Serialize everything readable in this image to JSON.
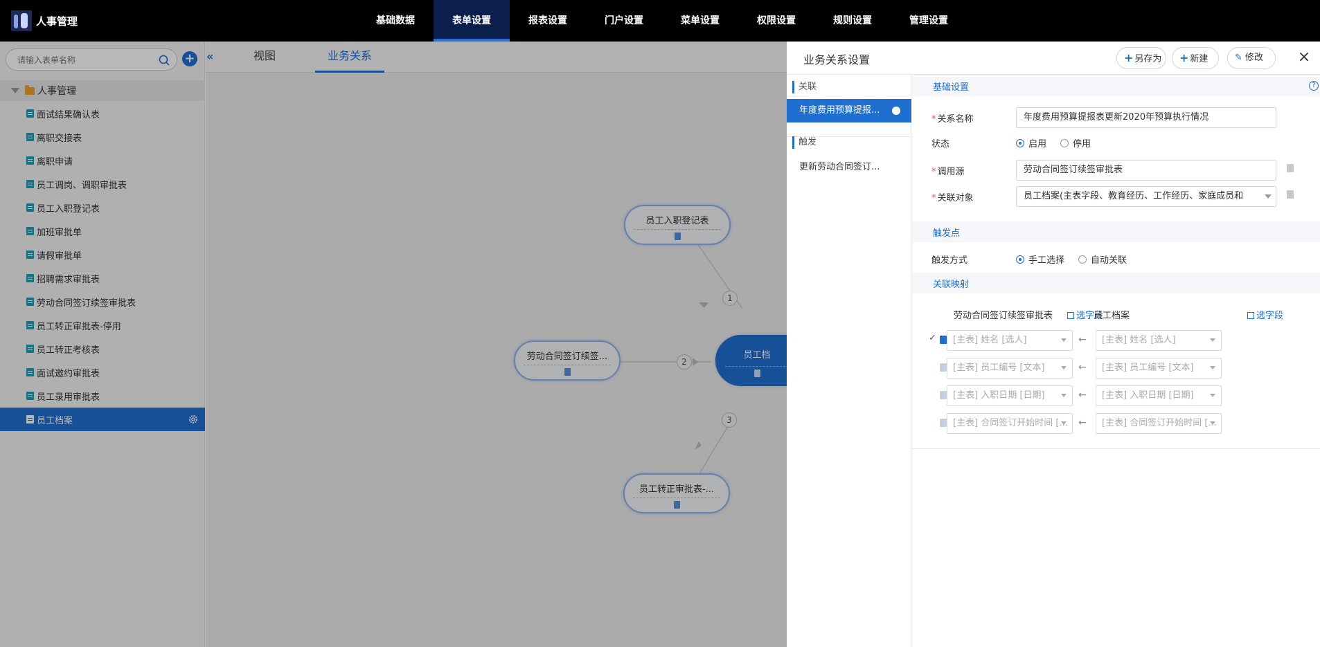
{
  "app": {
    "title": "人事管理"
  },
  "nav": [
    "基础数据",
    "表单设置",
    "报表设置",
    "门户设置",
    "菜单设置",
    "权限设置",
    "规则设置",
    "管理设置"
  ],
  "nav_active": "表单设置",
  "sidebar": {
    "search_placeholder": "请输入表单名称",
    "root": "人事管理",
    "items": [
      "面试结果确认表",
      "离职交接表",
      "离职申请",
      "员工调岗、调职审批表",
      "员工入职登记表",
      "加班审批单",
      "请假审批单",
      "招聘需求审批表",
      "劳动合同签订续签审批表",
      "员工转正审批表-停用",
      "员工转正考核表",
      "面试邀约审批表",
      "员工录用审批表",
      "员工档案"
    ],
    "active_item": "员工档案"
  },
  "center": {
    "tabs": [
      "视图",
      "业务关系"
    ],
    "active_tab": "业务关系",
    "nodes": {
      "top": "员工入职登记表",
      "left": "劳动合同签订续签...",
      "main": "员工档",
      "bottom": "员工转正审批表-..."
    },
    "badges": [
      "1",
      "2",
      "3"
    ]
  },
  "panel": {
    "title": "业务关系设置",
    "buttons": {
      "save_as": "另存为",
      "new": "新建",
      "edit": "修改"
    },
    "left": {
      "rel_label": "关联",
      "rel_item": "年度费用预算提报...",
      "trigger_label": "触发",
      "trigger_item": "更新劳动合同签订..."
    },
    "basic": {
      "section": "基础设置",
      "name_label": "关系名称",
      "name_value": "年度费用预算提报表更新2020年预算执行情况",
      "status_label": "状态",
      "status_on": "启用",
      "status_off": "停用",
      "source_label": "调用源",
      "source_value": "劳动合同签订续签审批表",
      "target_label": "关联对象",
      "target_value": "员工档案(主表字段、教育经历、工作经历、家庭成员和"
    },
    "trigger": {
      "section": "触发点",
      "mode_label": "触发方式",
      "manual": "手工选择",
      "auto": "自动关联"
    },
    "mapping": {
      "section": "关联映射",
      "left_head": "劳动合同签订续签审批表",
      "right_head": "员工档案",
      "pick": "选字段",
      "rows": [
        {
          "left": "[主表] 姓名 [选人]",
          "right": "[主表] 姓名 [选人]",
          "checked": true
        },
        {
          "left": "[主表] 员工编号 [文本]",
          "right": "[主表] 员工编号 [文本]",
          "checked": false
        },
        {
          "left": "[主表] 入职日期 [日期]",
          "right": "[主表] 入职日期 [日期]",
          "checked": false
        },
        {
          "left": "[主表] 合同签订开始时间 [...",
          "right": "[主表] 合同签订开始时间 [...",
          "checked": false
        }
      ]
    }
  },
  "colors": {
    "accent": "#1f6fd0",
    "topbar": "#000000",
    "nav_active_bg": "#0b1f4d"
  }
}
